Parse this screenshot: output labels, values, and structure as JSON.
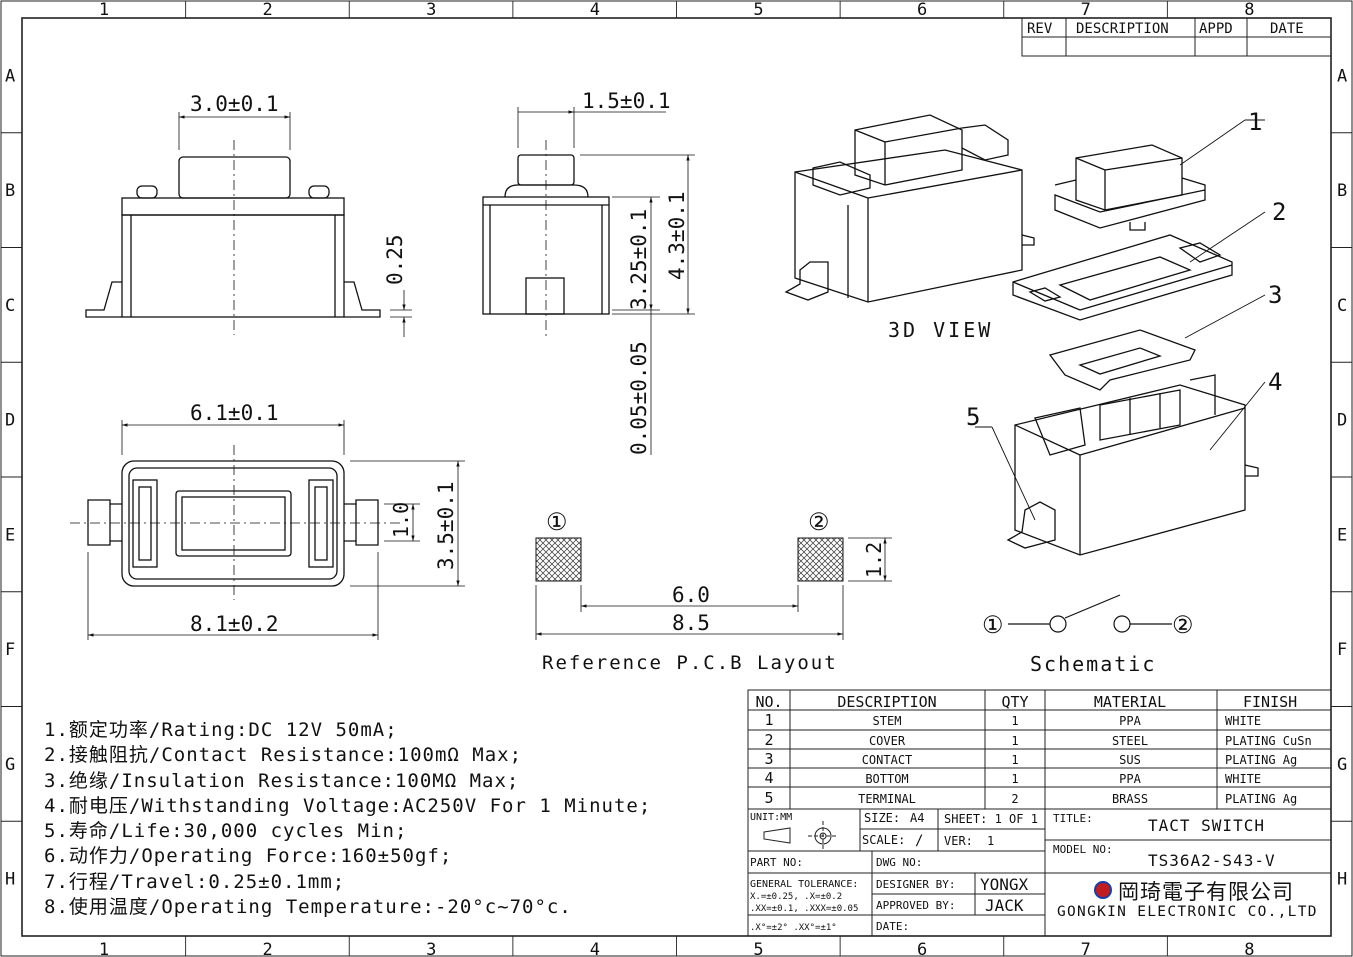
{
  "frame": {
    "col_numbers": [
      "1",
      "2",
      "3",
      "4",
      "5",
      "6",
      "7",
      "8"
    ],
    "row_letters": [
      "A",
      "B",
      "C",
      "D",
      "E",
      "F",
      "G",
      "H"
    ]
  },
  "revision_block": {
    "rev": "REV",
    "description": "DESCRIPTION",
    "appd": "APPD",
    "date": "DATE"
  },
  "dimensions": {
    "front_stem_width": "3.0±0.1",
    "front_travel": "0.25",
    "side_stem_depth": "1.5±0.1",
    "side_body_height": "3.25±0.1",
    "side_total_height": "4.3±0.1",
    "side_standoff": "0.05±0.05",
    "top_body_length": "6.1±0.1",
    "top_stem_width": "1.0",
    "top_body_width": "3.5±0.1",
    "top_total_length": "8.1±0.2"
  },
  "pcb": {
    "pad1": "①",
    "pad2": "②",
    "pad_height": "1.2",
    "inner_span": "6.0",
    "outer_span": "8.5",
    "caption": "Reference P.C.B Layout"
  },
  "view_3d": {
    "caption": "3D VIEW",
    "callouts": [
      "1",
      "2",
      "3",
      "4",
      "5"
    ]
  },
  "schematic": {
    "caption": "Schematic",
    "pin1": "①",
    "pin2": "②"
  },
  "notes": [
    "1.额定功率/Rating:DC 12V 50mA;",
    "2.接触阻抗/Contact Resistance:100mΩ Max;",
    "3.绝缘/Insulation Resistance:100MΩ Max;",
    "4.耐电压/Withstanding Voltage:AC250V For 1 Minute;",
    "5.寿命/Life:30,000 cycles Min;",
    "6.动作力/Operating Force:160±50gf;",
    "7.行程/Travel:0.25±0.1mm;",
    "8.使用温度/Operating Temperature:-20°c~70°c."
  ],
  "bom": {
    "headers": [
      "NO.",
      "DESCRIPTION",
      "QTY",
      "MATERIAL",
      "FINISH"
    ],
    "rows": [
      [
        "1",
        "STEM",
        "1",
        "PPA",
        "WHITE"
      ],
      [
        "2",
        "COVER",
        "1",
        "STEEL",
        "PLATING CuSn"
      ],
      [
        "3",
        "CONTACT",
        "1",
        "SUS",
        "PLATING Ag"
      ],
      [
        "4",
        "BOTTOM",
        "1",
        "PPA",
        "WHITE"
      ],
      [
        "5",
        "TERMINAL",
        "2",
        "BRASS",
        "PLATING Ag"
      ]
    ]
  },
  "title_block": {
    "unit_label": "UNIT:MM",
    "size_label": "SIZE:",
    "size_value": "A4",
    "sheet_label": "SHEET: 1 OF 1",
    "scale_label": "SCALE:",
    "scale_value": "/",
    "ver_label": "VER:",
    "ver_value": "1",
    "title_label": "TITLE:",
    "title_value": "TACT SWITCH",
    "part_no_label": "PART NO:",
    "dwg_no_label": "DWG NO:",
    "model_no_label": "MODEL NO:",
    "model_no_value": "TS36A2-S43-V",
    "tolerance_title": "GENERAL TOLERANCE:",
    "tolerance_line1": "X.=±0.25,   .X=±0.2",
    "tolerance_line2": ".XX=±0.1, .XXX=±0.05",
    "tolerance_line3": ".X°=±2°  .XX°=±1°",
    "designer_label": "DESIGNER BY:",
    "designer_value": "YONGX",
    "approved_label": "APPROVED BY:",
    "approved_value": "JACK",
    "date_label": "DATE:",
    "company_cn": "岡琦電子有限公司",
    "company_en": "GONGKIN ELECTRONIC CO.,LTD"
  }
}
